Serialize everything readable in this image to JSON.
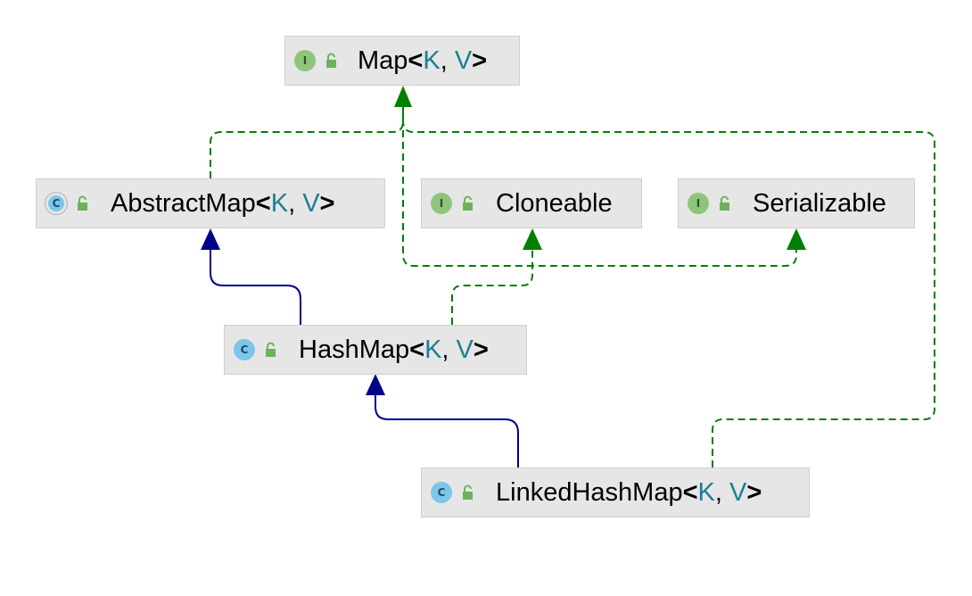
{
  "nodes": {
    "map": {
      "name": "Map",
      "kind": "interface",
      "badge": "I",
      "type_params": [
        "K",
        "V"
      ]
    },
    "abstract_map": {
      "name": "AbstractMap",
      "kind": "abstract-class",
      "badge": "C",
      "type_params": [
        "K",
        "V"
      ]
    },
    "cloneable": {
      "name": "Cloneable",
      "kind": "interface",
      "badge": "I"
    },
    "serializable": {
      "name": "Serializable",
      "kind": "interface",
      "badge": "I"
    },
    "hash_map": {
      "name": "HashMap",
      "kind": "class",
      "badge": "C",
      "type_params": [
        "K",
        "V"
      ]
    },
    "linked_hash_map": {
      "name": "LinkedHashMap",
      "kind": "class",
      "badge": "C",
      "type_params": [
        "K",
        "V"
      ]
    }
  },
  "symbols": {
    "lt": "<",
    "gt": ">",
    "comma": ", "
  },
  "edges": [
    {
      "from": "abstract_map",
      "to": "map",
      "type": "implements"
    },
    {
      "from": "hash_map",
      "to": "abstract_map",
      "type": "extends"
    },
    {
      "from": "hash_map",
      "to": "map",
      "type": "implements"
    },
    {
      "from": "hash_map",
      "to": "cloneable",
      "type": "implements"
    },
    {
      "from": "hash_map",
      "to": "serializable",
      "type": "implements"
    },
    {
      "from": "linked_hash_map",
      "to": "hash_map",
      "type": "extends"
    },
    {
      "from": "linked_hash_map",
      "to": "map",
      "type": "implements"
    }
  ],
  "colors": {
    "extends": "#00008b",
    "implements": "#008000",
    "node_bg": "#e6e6e6",
    "type_param": "#1c7f93"
  }
}
